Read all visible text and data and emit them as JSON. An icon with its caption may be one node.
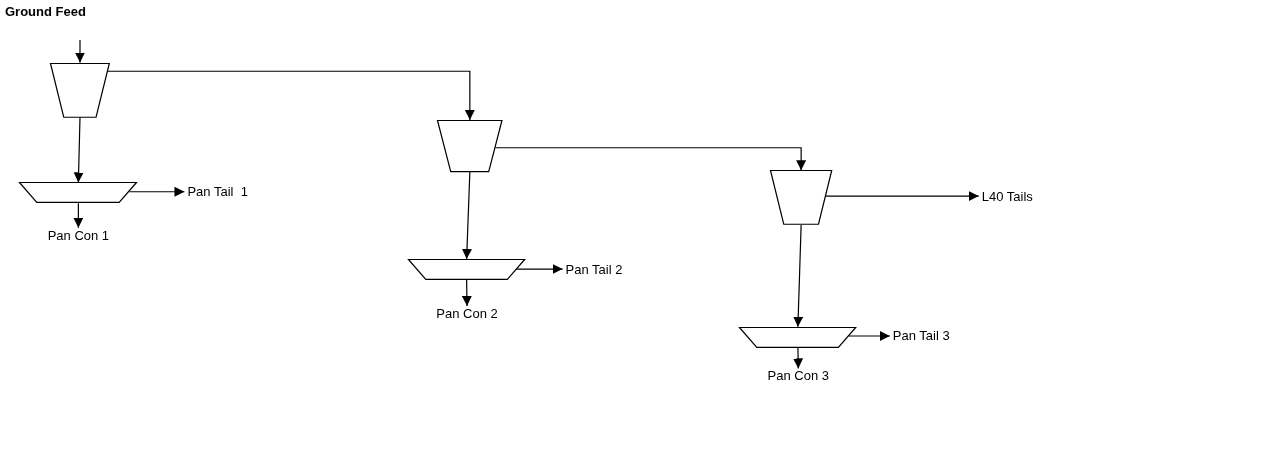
{
  "diagram": {
    "title": "Ground Feed",
    "nodes": [
      {
        "text": [],
        "shape": "trapezoid"
      },
      {
        "text": [],
        "shape": "trapezoid"
      },
      {
        "text": [
          "Pan Tail  1"
        ]
      },
      {
        "text": [
          "Pan Con 1"
        ]
      },
      {
        "text": [],
        "shape": "trapezoid"
      },
      {
        "text": [],
        "shape": "trapezoid"
      },
      {
        "text": [
          "Pan Tail 2"
        ]
      },
      {
        "text": [
          "Pan Con 2"
        ]
      },
      {
        "text": [],
        "shape": "trapezoid"
      },
      {
        "text": [
          "L40 Tails"
        ]
      },
      {
        "text": [],
        "shape": "trapezoid"
      },
      {
        "text": [
          "Pan Tail 3"
        ]
      },
      {
        "text": [
          "Pan Con 3"
        ]
      }
    ],
    "edges": [
      {
        "from": null,
        "to": 0,
        "arrow": "to"
      },
      {
        "from": 0,
        "to": 1,
        "arrow": "to"
      },
      {
        "from": 0,
        "to": 4,
        "arrow": "to"
      },
      {
        "from": 1,
        "to": 2,
        "arrow": "to"
      },
      {
        "from": 1,
        "to": 3,
        "arrow": "to"
      },
      {
        "from": 4,
        "to": 5,
        "arrow": "to"
      },
      {
        "from": 4,
        "to": 8,
        "arrow": "to"
      },
      {
        "from": 5,
        "to": 6,
        "arrow": "to"
      },
      {
        "from": 5,
        "to": 7,
        "arrow": "to"
      },
      {
        "from": 8,
        "to": 9,
        "arrow": "to"
      },
      {
        "from": 8,
        "to": 10,
        "arrow": "to"
      },
      {
        "from": 10,
        "to": 11,
        "arrow": "to"
      },
      {
        "from": 10,
        "to": 12,
        "arrow": "to"
      }
    ]
  }
}
